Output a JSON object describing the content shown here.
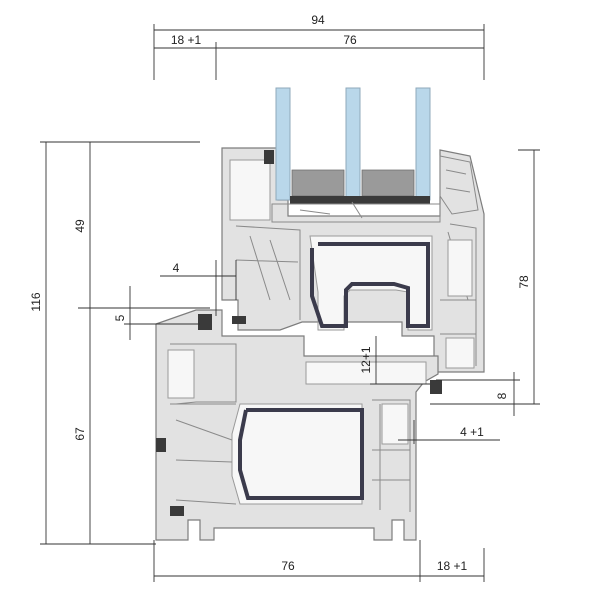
{
  "dimensions": {
    "top_total": "94",
    "top_left": "18 +1",
    "top_right": "76",
    "left_total": "116",
    "left_upper": "49",
    "left_lower": "67",
    "overlap_4": "4",
    "overlap_5": "5",
    "right_78": "78",
    "rebate_12": "12+1",
    "right_8": "8",
    "right_4": "4 +1",
    "bottom_left": "76",
    "bottom_right": "18 +1"
  },
  "colors": {
    "profile": "#e2e2e2",
    "profile_stroke": "#7d7d7d",
    "steel": "#3b3b4c",
    "glass": "#b9d7ea",
    "gasket": "#3a3a3a"
  }
}
